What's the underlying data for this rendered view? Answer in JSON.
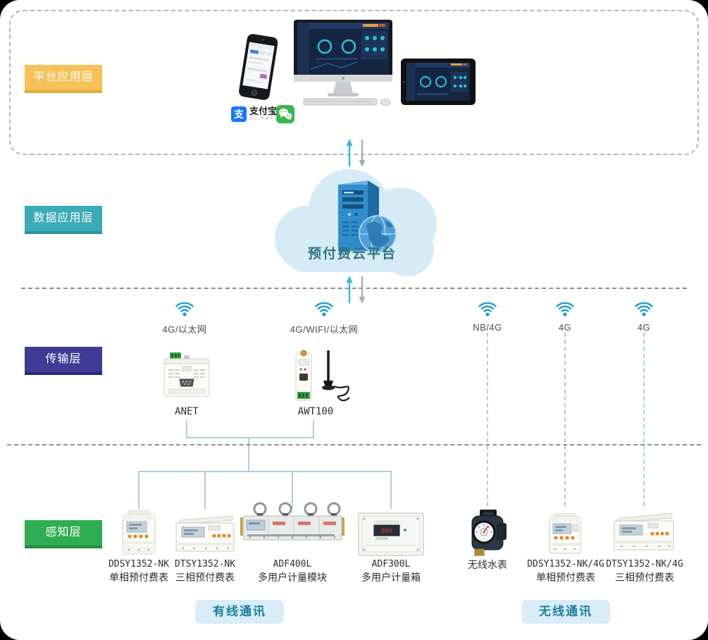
{
  "layers": {
    "platform": {
      "label": "平台应用层"
    },
    "data": {
      "label": "数据应用层"
    },
    "transmission": {
      "label": "传输层"
    },
    "perception": {
      "label": "感知层"
    }
  },
  "platform": {
    "alipay": {
      "name": "支付宝",
      "sub": "ALIPAY"
    },
    "icons": [
      "smartphone",
      "desktop-dashboard",
      "tablet-dashboard",
      "alipay",
      "wechat"
    ]
  },
  "cloud": {
    "label": "预付费云平台"
  },
  "network": {
    "nodes": [
      {
        "label": "4G/以太网"
      },
      {
        "label": "4G/WIFI/以太网"
      },
      {
        "label": "NB/4G"
      },
      {
        "label": "4G"
      },
      {
        "label": "4G"
      }
    ]
  },
  "gateways": [
    {
      "model": "ANET"
    },
    {
      "model": "AWT100"
    }
  ],
  "devices": [
    {
      "model": "DDSY1352-NK",
      "desc": "单相预付费表"
    },
    {
      "model": "DTSY1352-NK",
      "desc": "三相预付费表"
    },
    {
      "model": "ADF400L",
      "desc": "多用户计量模块"
    },
    {
      "model": "ADF300L",
      "desc": "多用户计量箱"
    },
    {
      "model": "无线水表",
      "desc": ""
    },
    {
      "model": "DDSY1352-NK/4G",
      "desc": "单相预付费表"
    },
    {
      "model": "DTSY1352-NK/4G",
      "desc": "三相预付费表"
    }
  ],
  "comm": {
    "wired": "有线通讯",
    "wireless": "无线通讯"
  },
  "colors": {
    "layer_platform": "#F6C258",
    "layer_data": "#3AABB7",
    "layer_transmission": "#3D3B96",
    "layer_perception": "#2FAD53",
    "cloud_fill": "#D5EBF7",
    "wifi_icon": "#1D9FCA",
    "connector_line": "#A9CEE6",
    "comm_button_bg": "#D9EDF8",
    "comm_button_text": "#1B7F9E"
  }
}
